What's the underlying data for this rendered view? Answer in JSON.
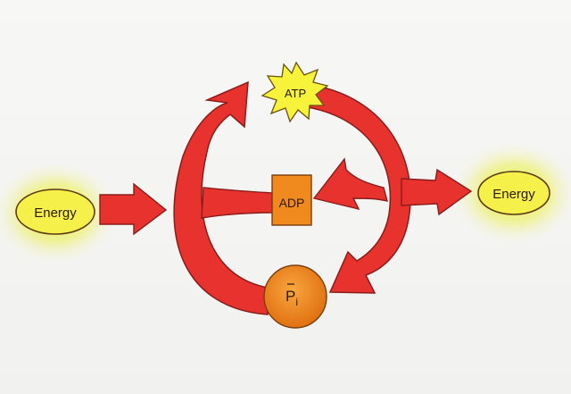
{
  "diagram": {
    "nodes": {
      "energy_in": {
        "label": "Energy"
      },
      "energy_out": {
        "label": "Energy"
      },
      "atp": {
        "label": "ATP"
      },
      "adp": {
        "label": "ADP"
      },
      "pi": {
        "label": "P",
        "subscript": "i"
      }
    },
    "edges": [
      {
        "from": "energy_in",
        "to": "cycle"
      },
      {
        "from": "cycle",
        "to": "atp"
      },
      {
        "from": "atp",
        "to": "adp"
      },
      {
        "from": "atp",
        "to": "pi"
      },
      {
        "from": "cycle",
        "to": "energy_out"
      }
    ],
    "colors": {
      "arrow_fill": "#e8322e",
      "arrow_stroke": "#8a1c1a",
      "glow": "#e8ee3c",
      "ellipse_fill": "#f6f04a",
      "atp_star": "#f7f23a",
      "adp_box": "#f08a1e",
      "pi_circle": "#f4891c"
    }
  }
}
